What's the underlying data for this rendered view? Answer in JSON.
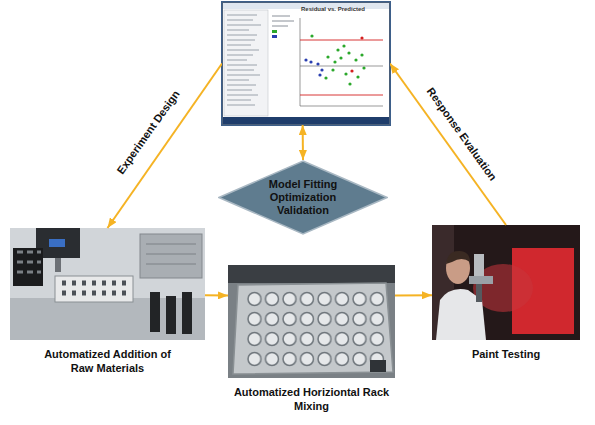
{
  "diagram": {
    "nodes": [
      {
        "text": [
          "Residual vs. Predicted"
        ]
      },
      {
        "text": [
          "Model Fitting Optimization Validation"
        ]
      },
      {
        "text": [
          "Automatized Addition of Raw Materials"
        ]
      },
      {
        "text": [
          "Automatized Horiziontal Rack Mixing"
        ]
      },
      {
        "text": [
          "Paint Testing"
        ]
      }
    ],
    "edges": [
      {
        "from": 0,
        "to": 2,
        "arrow": "to",
        "label": "Experiment Design"
      },
      {
        "from": 2,
        "to": 3,
        "arrow": "to"
      },
      {
        "from": 3,
        "to": 4,
        "arrow": "to"
      },
      {
        "from": 4,
        "to": 0,
        "arrow": "to",
        "label": "Response Evaluation"
      },
      {
        "from": 0,
        "to": 1,
        "arrow": "both"
      }
    ]
  }
}
